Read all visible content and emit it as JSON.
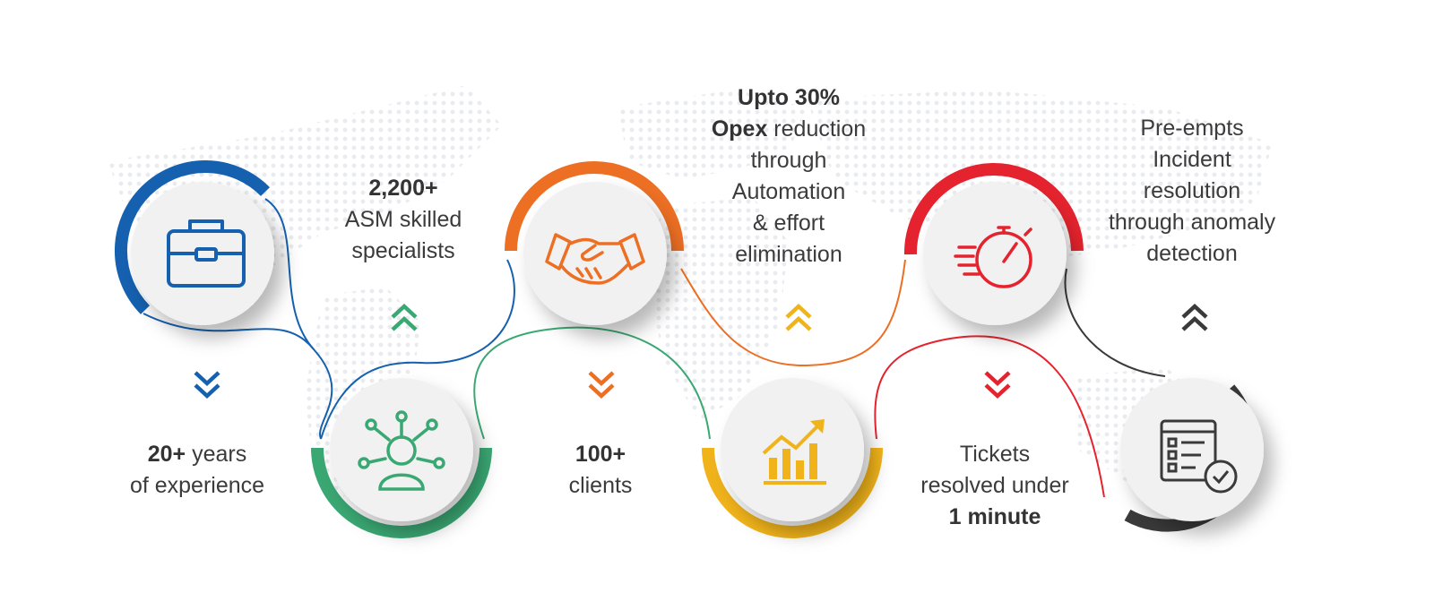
{
  "colors": {
    "blue": "#1561b0",
    "green": "#3aa873",
    "orange": "#ec6f24",
    "yellow": "#f0b31a",
    "red": "#e5232e",
    "dark": "#3a3a3a",
    "text": "#3b3b3b"
  },
  "stats": [
    {
      "id": "experience",
      "bold": "20+",
      "rest_line1": " years",
      "line2": "of experience",
      "color": "blue",
      "icon": "briefcase-icon",
      "arrow": "down"
    },
    {
      "id": "specialists",
      "bold": "2,200+",
      "line2": "ASM skilled",
      "line3": "specialists",
      "color": "green",
      "icon": "specialist-network-icon",
      "arrow": "up"
    },
    {
      "id": "clients",
      "bold": "100+",
      "line2": "clients",
      "color": "orange",
      "icon": "handshake-icon",
      "arrow": "down"
    },
    {
      "id": "opex",
      "bold_line1": "Upto 30%",
      "bold_line2": "Opex",
      "rest_line2": " reduction",
      "line3": "through",
      "line4": "Automation",
      "line5": "& effort",
      "line6": "elimination",
      "color": "yellow",
      "icon": "growth-chart-icon",
      "arrow": "up"
    },
    {
      "id": "tickets",
      "line1": "Tickets",
      "line2": "resolved under",
      "bold": "1 minute",
      "color": "red",
      "icon": "stopwatch-icon",
      "arrow": "down"
    },
    {
      "id": "incident",
      "line1": "Pre-empts",
      "line2": "Incident",
      "line3": "resolution",
      "line4": "through anomaly",
      "line5": "detection",
      "color": "dark",
      "icon": "checklist-icon",
      "arrow": "up"
    }
  ]
}
